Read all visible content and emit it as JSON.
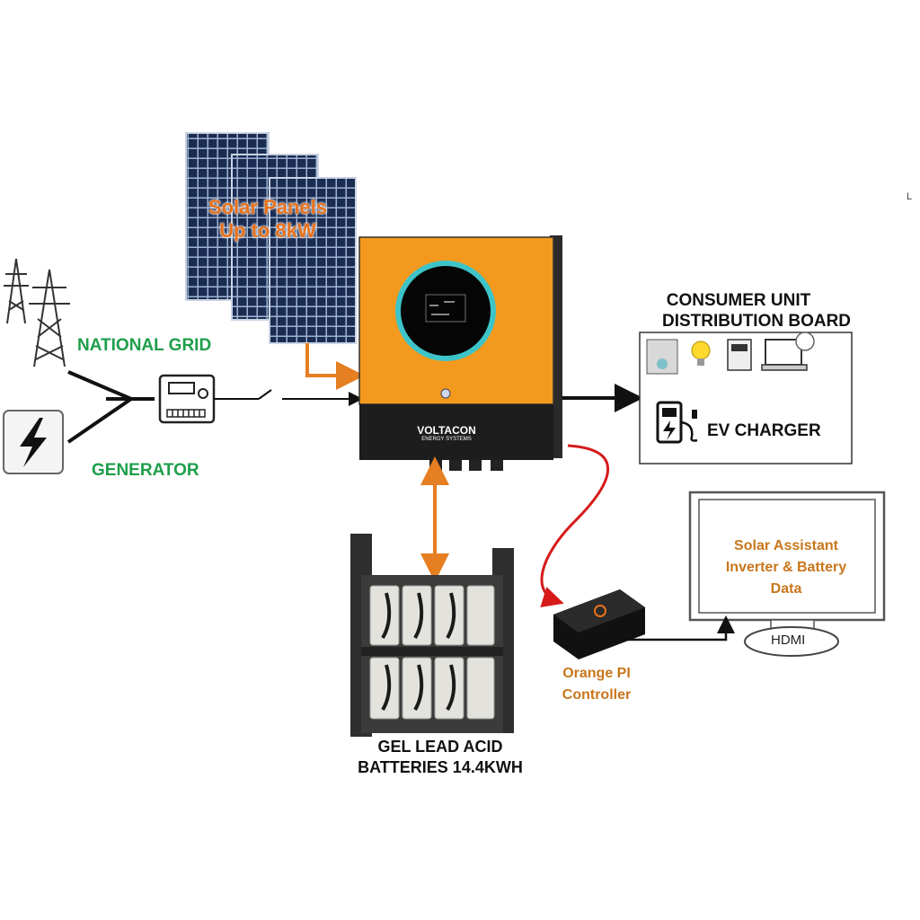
{
  "labels": {
    "solar": [
      "Solar Panels",
      "Up to 8kW"
    ],
    "national_grid": "NATIONAL GRID",
    "generator": "GENERATOR",
    "consumer_unit": [
      "CONSUMER UNIT",
      "DISTRIBUTION BOARD"
    ],
    "ev_charger": "EV CHARGER",
    "inverter_brand": "VOLTACON",
    "inverter_sub": "ENERGY SYSTEMS",
    "solar_assistant": [
      "Solar Assistant",
      "Inverter & Battery",
      "Data"
    ],
    "hdmi": "HDMI",
    "orange_pi": [
      "Orange PI",
      "Controller"
    ],
    "batteries": [
      "GEL LEAD ACID",
      "BATTERIES 14.4KWH"
    ],
    "corner_mark": "L"
  },
  "colors": {
    "orange": "#f39a1e",
    "arrow_orange": "#e67e22",
    "red_cable": "#d61a1a",
    "green_text": "#1e9e4a",
    "panel_blue": "#1a2a4e"
  }
}
